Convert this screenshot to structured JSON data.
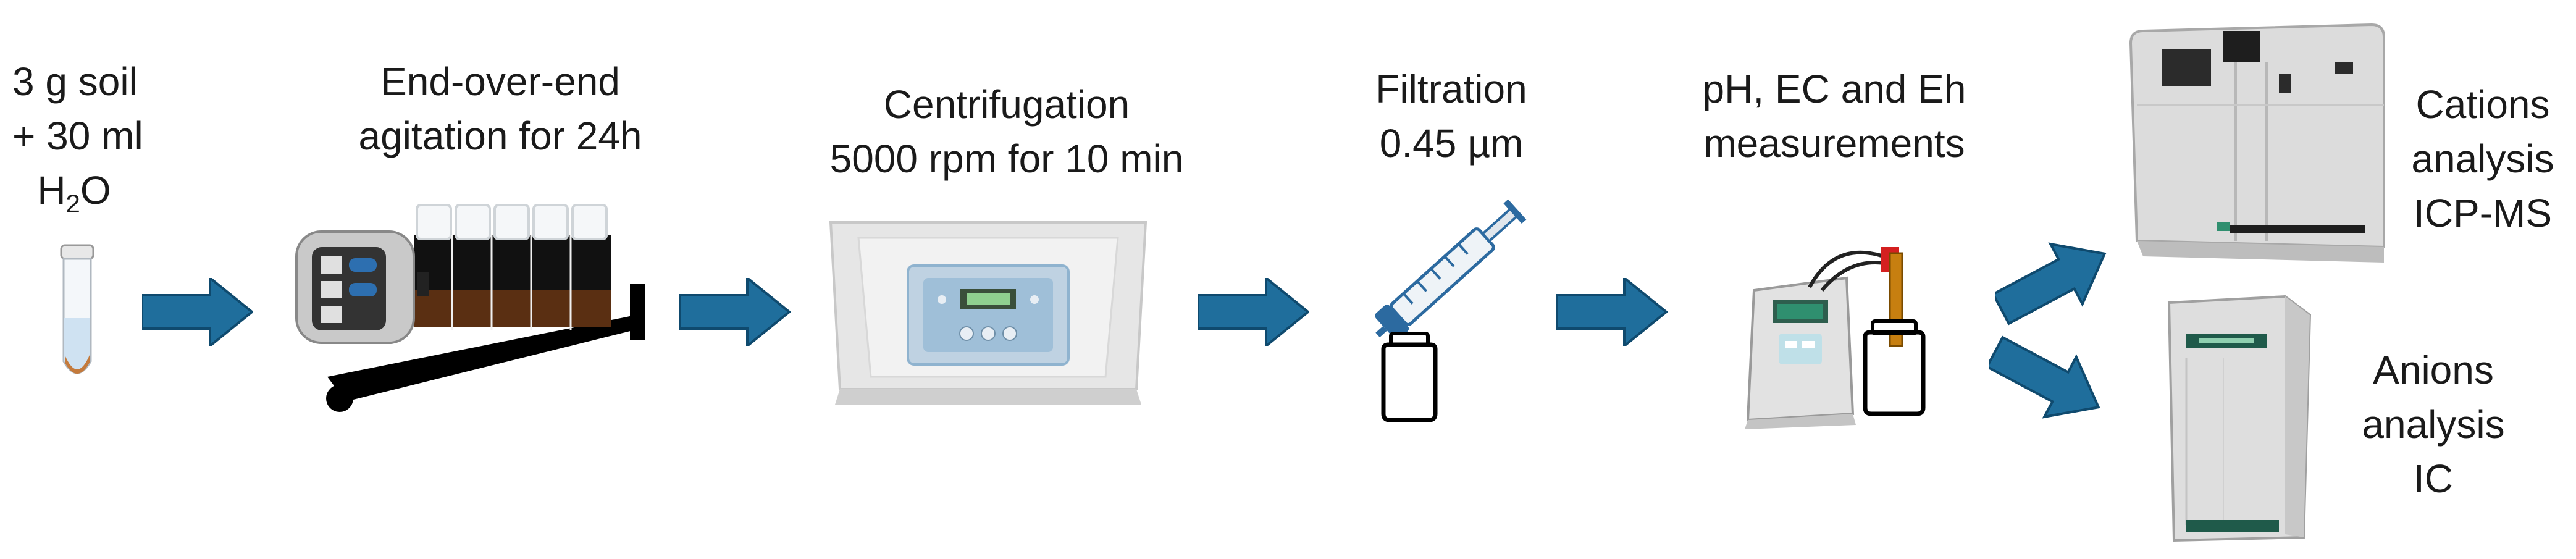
{
  "steps": {
    "sample": {
      "line1": "3 g soil",
      "line2": "+ 30 ml",
      "formula_main": "H",
      "formula_sub": "2",
      "formula_end": "O",
      "icon": "tube-icon"
    },
    "agitation": {
      "line1": "End-over-end",
      "line2": "agitation for 24h",
      "icon": "rotator-icon"
    },
    "centrifugation": {
      "line1": "Centrifugation",
      "line2": "5000 rpm for 10 min",
      "icon": "centrifuge-icon"
    },
    "filtration": {
      "line1": "Filtration",
      "line2": "0.45 µm",
      "icon": "syringe-filter-icon"
    },
    "measurement": {
      "line1": "pH, EC and Eh",
      "line2": "measurements",
      "icon": "meter-icon"
    },
    "cations": {
      "line1": "Cations",
      "line2": "analysis",
      "line3": "ICP-MS",
      "icon": "icp-ms-icon"
    },
    "anions": {
      "line1": "Anions",
      "line2": "analysis",
      "line3": "IC",
      "icon": "ic-icon"
    }
  },
  "colors": {
    "arrow_fill": "#1f6e9c",
    "arrow_edge": "#0f4a6e",
    "liquid_brown": "#6b3a1a",
    "device_grey": "#d6d6d6",
    "panel_blue": "#8fb3cf",
    "probe_red": "#d42020",
    "display_green": "#2f8f6f"
  }
}
